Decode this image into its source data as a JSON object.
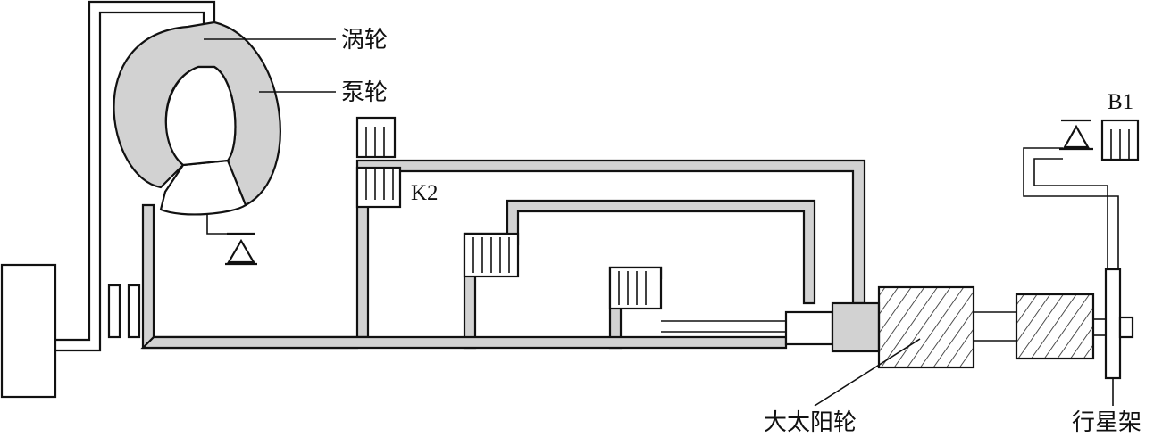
{
  "labels": {
    "turbine": "涡轮",
    "pump": "泵轮",
    "clutch_k2": "K2",
    "brake_b1": "B1",
    "large_sun_gear": "大太阳轮",
    "planet_carrier": "行星架"
  },
  "colors": {
    "line": "#111111",
    "shaft_fill": "#d2d2d2",
    "background": "#ffffff"
  }
}
